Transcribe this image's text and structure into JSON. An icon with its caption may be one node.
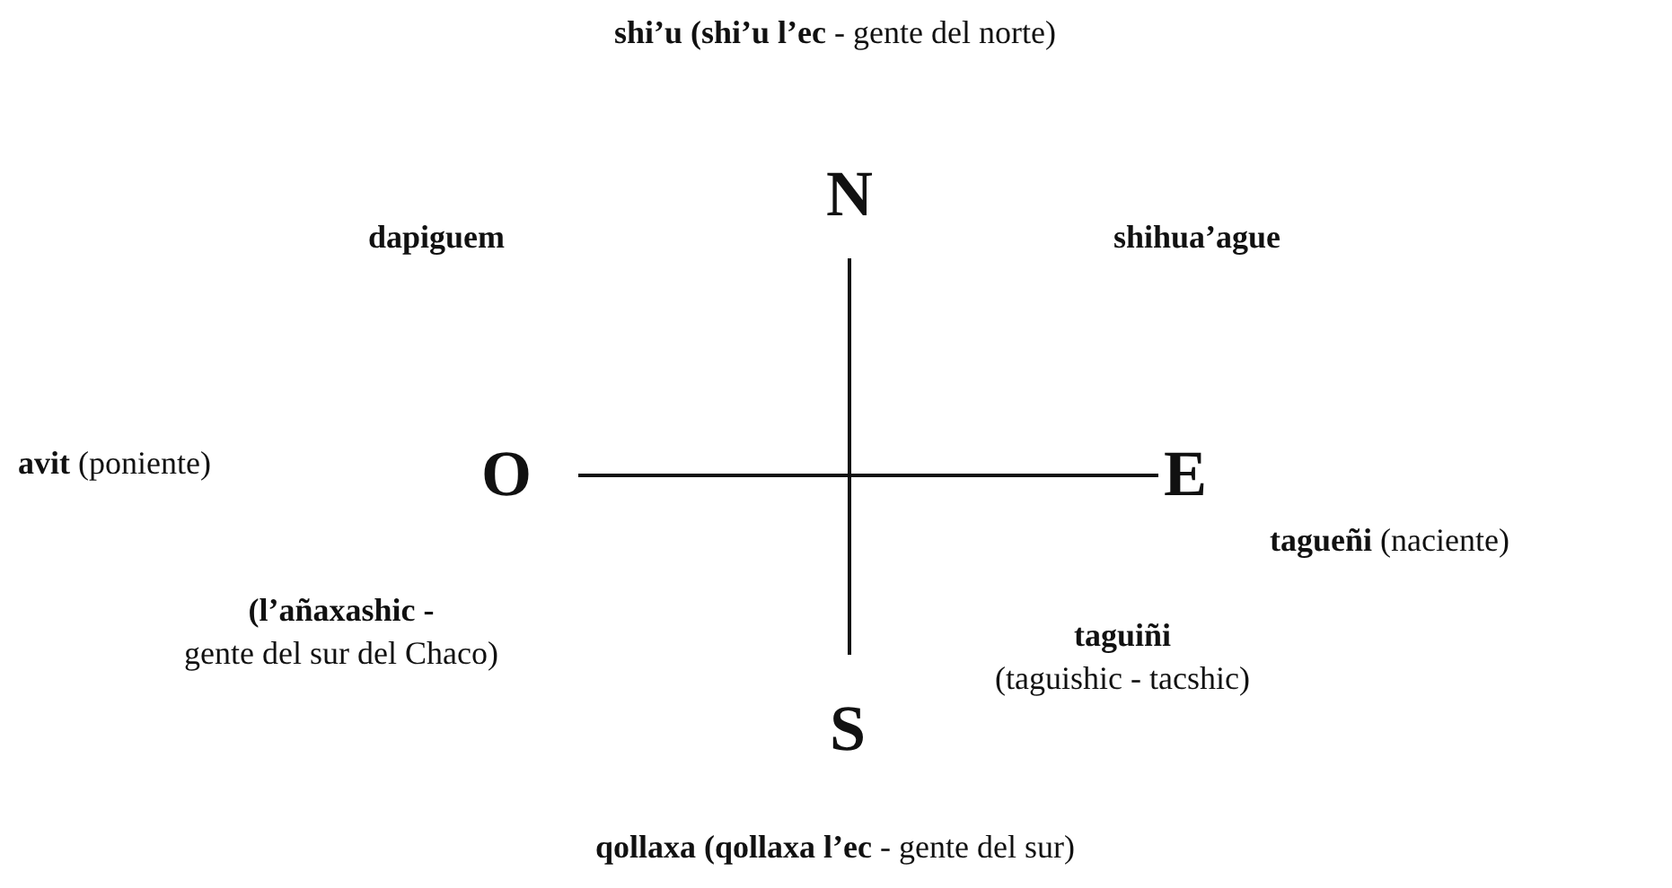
{
  "diagram": {
    "labels": [
      "**shi’u (shi’u l’ec** - gente del norte)",
      "N",
      "dapiguem",
      "shihua’ague",
      "**avit** (poniente)",
      "O",
      "E",
      "**tagueñi** (naciente)",
      "**(l’añaxashic -** gente del sur del Chaco)",
      "**taguiñi** (taguishic - tacshic)",
      "S",
      "**qollaxa (qollaxa l’ec** - gente del sur)"
    ]
  }
}
